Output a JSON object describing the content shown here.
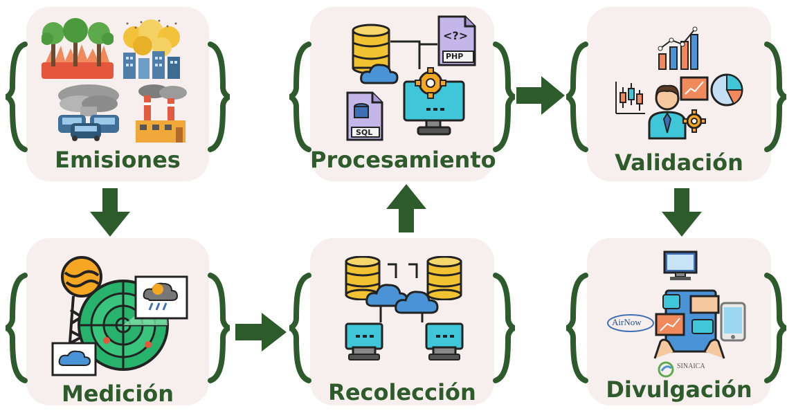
{
  "stages": {
    "emisiones": "Emisiones",
    "procesamiento": "Procesamiento",
    "validacion": "Validación",
    "medicion": "Medición",
    "recoleccion": "Recolección",
    "divulgacion": "Divulgación"
  },
  "icon_labels": {
    "php": "PHP",
    "php_symbol": "<?>",
    "sql": "SQL",
    "airnow": "AirNow",
    "sinaica": "SINAICA"
  },
  "colors": {
    "arrow_green": "#2e5b2c",
    "card_bg": "#f7efed"
  }
}
